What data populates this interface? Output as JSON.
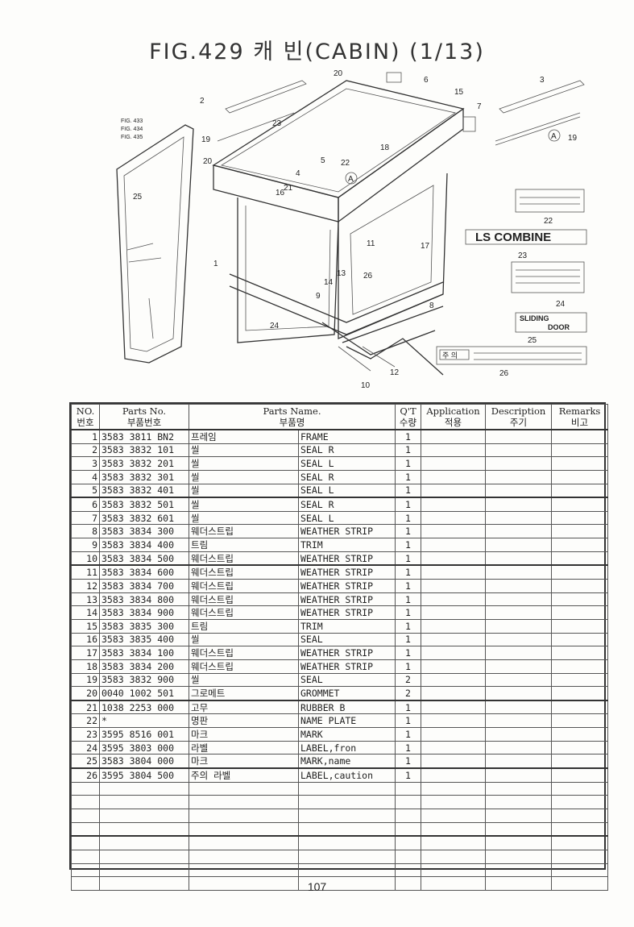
{
  "title": "FIG.429 캐  빈(CABIN) (1/13)",
  "page_number": "107",
  "diagram": {
    "ref_figs": [
      "FIG. 433",
      "FIG. 434",
      "FIG. 435"
    ],
    "callouts": [
      "1",
      "2",
      "3",
      "4",
      "5",
      "6",
      "7",
      "8",
      "9",
      "10",
      "11",
      "12",
      "13",
      "14",
      "15",
      "16",
      "17",
      "18",
      "19",
      "19",
      "20",
      "20",
      "21",
      "22",
      "22",
      "23",
      "23",
      "24",
      "24",
      "25",
      "25",
      "26",
      "26"
    ],
    "detail_mark": "A",
    "logo_text": "LS COMBINE",
    "sliding_door": [
      "SLIDING",
      "DOOR"
    ],
    "caution_label": "주 의"
  },
  "table": {
    "headers": [
      {
        "en": "NO.",
        "ko": "번호"
      },
      {
        "en": "Parts No.",
        "ko": "부품번호"
      },
      {
        "en": "Parts Name.",
        "ko": "부품명"
      },
      {
        "en": "Q'T",
        "ko": "수량"
      },
      {
        "en": "Application",
        "ko": "적용"
      },
      {
        "en": "Description",
        "ko": "주기"
      },
      {
        "en": "Remarks",
        "ko": "비고"
      }
    ],
    "rows": [
      {
        "no": "1",
        "part": "3583 3811 BN2",
        "ko": "프레임",
        "en": "FRAME",
        "qty": "1"
      },
      {
        "no": "2",
        "part": "3583 3832 101",
        "ko": "씰",
        "en": "SEAL R",
        "qty": "1"
      },
      {
        "no": "3",
        "part": "3583 3832 201",
        "ko": "씰",
        "en": "SEAL L",
        "qty": "1"
      },
      {
        "no": "4",
        "part": "3583 3832 301",
        "ko": "씰",
        "en": "SEAL R",
        "qty": "1"
      },
      {
        "no": "5",
        "part": "3583 3832 401",
        "ko": "씰",
        "en": "SEAL L",
        "qty": "1"
      },
      {
        "no": "6",
        "part": "3583 3832 501",
        "ko": "씰",
        "en": "SEAL R",
        "qty": "1"
      },
      {
        "no": "7",
        "part": "3583 3832 601",
        "ko": "씰",
        "en": "SEAL L",
        "qty": "1"
      },
      {
        "no": "8",
        "part": "3583 3834 300",
        "ko": "웨더스트립",
        "en": "WEATHER STRIP",
        "qty": "1"
      },
      {
        "no": "9",
        "part": "3583 3834 400",
        "ko": "트림",
        "en": "TRIM",
        "qty": "1"
      },
      {
        "no": "10",
        "part": "3583 3834 500",
        "ko": "웨더스트립",
        "en": "WEATHER STRIP",
        "qty": "1"
      },
      {
        "no": "11",
        "part": "3583 3834 600",
        "ko": "웨더스트립",
        "en": "WEATHER STRIP",
        "qty": "1"
      },
      {
        "no": "12",
        "part": "3583 3834 700",
        "ko": "웨더스트립",
        "en": "WEATHER STRIP",
        "qty": "1"
      },
      {
        "no": "13",
        "part": "3583 3834 800",
        "ko": "웨더스트립",
        "en": "WEATHER STRIP",
        "qty": "1"
      },
      {
        "no": "14",
        "part": "3583 3834 900",
        "ko": "웨더스트립",
        "en": "WEATHER STRIP",
        "qty": "1"
      },
      {
        "no": "15",
        "part": "3583 3835 300",
        "ko": "트림",
        "en": "TRIM",
        "qty": "1"
      },
      {
        "no": "16",
        "part": "3583 3835 400",
        "ko": "씰",
        "en": "SEAL",
        "qty": "1"
      },
      {
        "no": "17",
        "part": "3583 3834 100",
        "ko": "웨더스트립",
        "en": "WEATHER STRIP",
        "qty": "1"
      },
      {
        "no": "18",
        "part": "3583 3834 200",
        "ko": "웨더스트립",
        "en": "WEATHER STRIP",
        "qty": "1"
      },
      {
        "no": "19",
        "part": "3583 3832 900",
        "ko": "씰",
        "en": "SEAL",
        "qty": "2"
      },
      {
        "no": "20",
        "part": "0040 1002 501",
        "ko": "그로메트",
        "en": "GROMMET",
        "qty": "2"
      },
      {
        "no": "21",
        "part": "1038 2253 000",
        "ko": "고무",
        "en": "RUBBER B",
        "qty": "1"
      },
      {
        "no": "22",
        "part": "*",
        "ko": "명판",
        "en": "NAME PLATE",
        "qty": "1"
      },
      {
        "no": "23",
        "part": "3595 8516 001",
        "ko": "마크",
        "en": "MARK",
        "qty": "1"
      },
      {
        "no": "24",
        "part": "3595 3803 000",
        "ko": "라벨",
        "en": "LABEL,fron",
        "qty": "1"
      },
      {
        "no": "25",
        "part": "3583 3804 000",
        "ko": "마크",
        "en": "MARK,name",
        "qty": "1"
      },
      {
        "no": "26",
        "part": "3595 3804 500",
        "ko": "주의 라벨",
        "en": "LABEL,caution",
        "qty": "1"
      }
    ]
  }
}
